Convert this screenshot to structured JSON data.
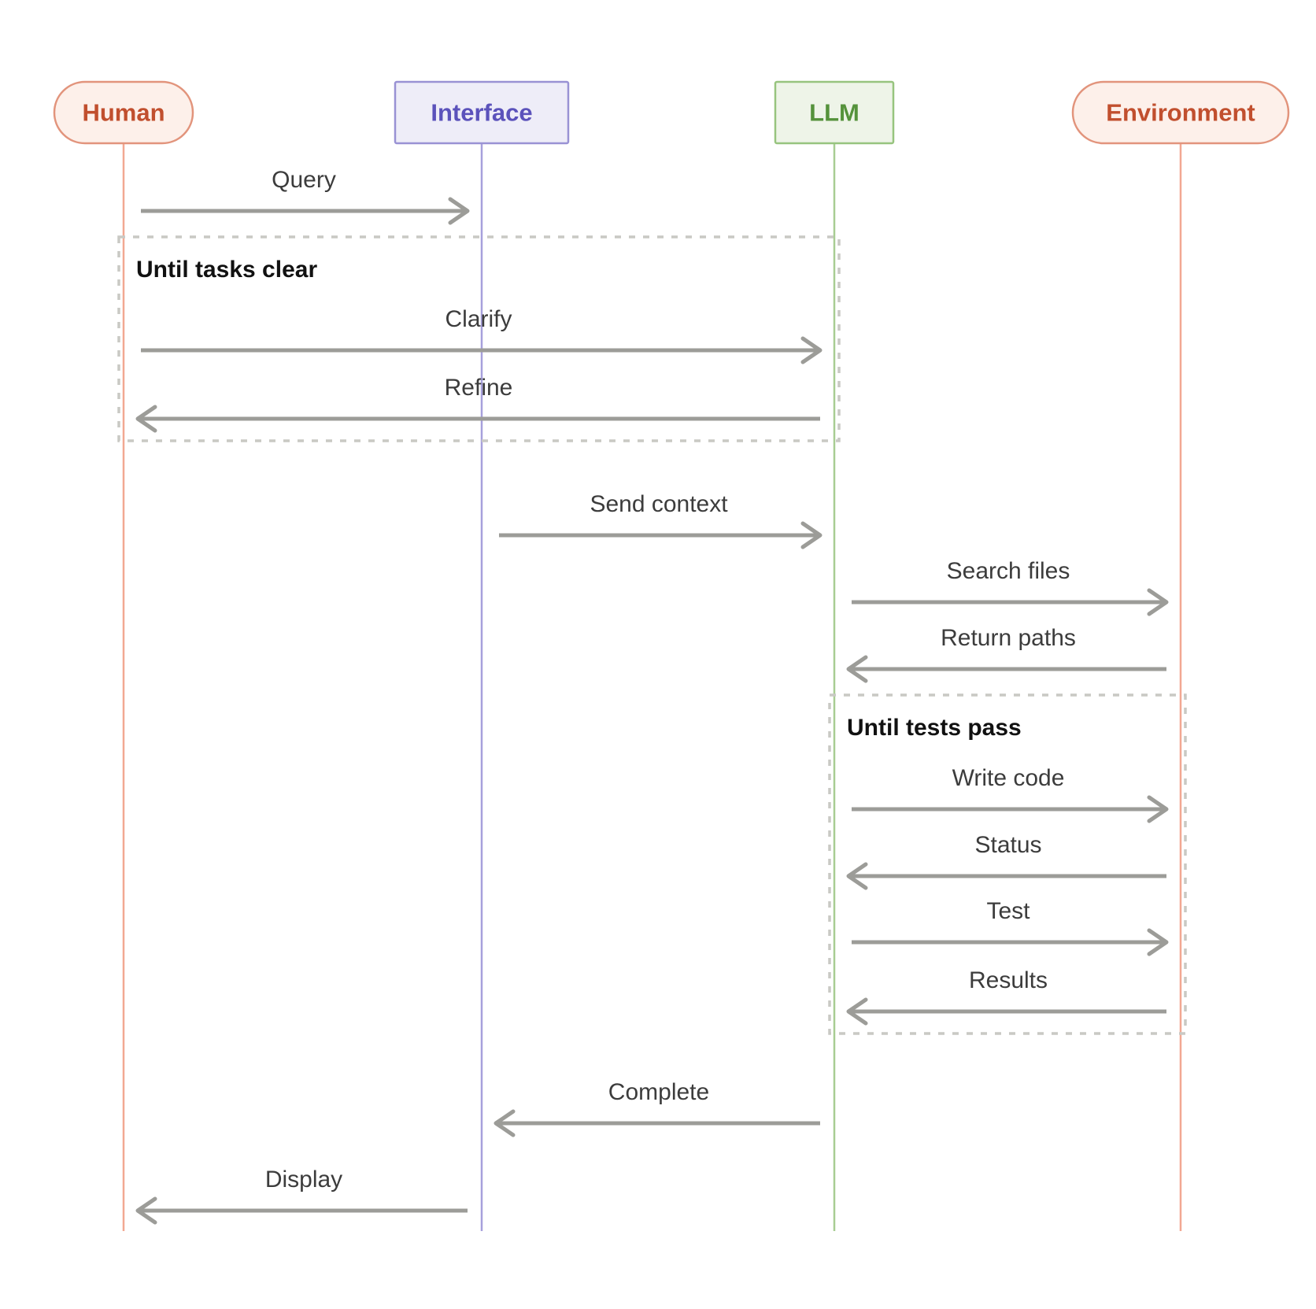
{
  "diagram": {
    "kind": "sequence-diagram",
    "actors": [
      {
        "label": "Human",
        "shape": "pill",
        "fill": "#fdf0ea",
        "border": "#e2947c",
        "text_color": "#c14f2e",
        "lifeline_color": "#f2a892"
      },
      {
        "label": "Interface",
        "shape": "rect",
        "fill": "#eeedf8",
        "border": "#9992d4",
        "text_color": "#5b52bb",
        "lifeline_color": "#a7a0dc"
      },
      {
        "label": "LLM",
        "shape": "rect",
        "fill": "#eef4e8",
        "border": "#97c47e",
        "text_color": "#55923b",
        "lifeline_color": "#a8cd92"
      },
      {
        "label": "Environment",
        "shape": "pill",
        "fill": "#fdf0ea",
        "border": "#e2947c",
        "text_color": "#c14f2e",
        "lifeline_color": "#f2a892"
      }
    ],
    "messages": [
      {
        "from": "Human",
        "to": "Interface",
        "label": "Query"
      },
      {
        "from": "Human",
        "to": "LLM",
        "label": "Clarify",
        "loop": "Until tasks clear"
      },
      {
        "from": "LLM",
        "to": "Human",
        "label": "Refine",
        "loop": "Until tasks clear"
      },
      {
        "from": "Interface",
        "to": "LLM",
        "label": "Send context"
      },
      {
        "from": "LLM",
        "to": "Environment",
        "label": "Search files"
      },
      {
        "from": "Environment",
        "to": "LLM",
        "label": "Return paths"
      },
      {
        "from": "LLM",
        "to": "Environment",
        "label": "Write code",
        "loop": "Until tests pass"
      },
      {
        "from": "Environment",
        "to": "LLM",
        "label": "Status",
        "loop": "Until tests pass"
      },
      {
        "from": "LLM",
        "to": "Environment",
        "label": "Test",
        "loop": "Until tests pass"
      },
      {
        "from": "Environment",
        "to": "LLM",
        "label": "Results",
        "loop": "Until tests pass"
      },
      {
        "from": "LLM",
        "to": "Interface",
        "label": "Complete"
      },
      {
        "from": "Interface",
        "to": "Human",
        "label": "Display"
      }
    ],
    "loops": [
      {
        "title": "Until tasks clear",
        "participants": [
          "Human",
          "LLM"
        ]
      },
      {
        "title": "Until tests pass",
        "participants": [
          "LLM",
          "Environment"
        ]
      }
    ],
    "colors": {
      "arrow": "#9c9c98",
      "message_text": "#3c3c3c",
      "loop_border": "#c9c9c4",
      "loop_title": "#111111",
      "background": "#ffffff"
    }
  }
}
